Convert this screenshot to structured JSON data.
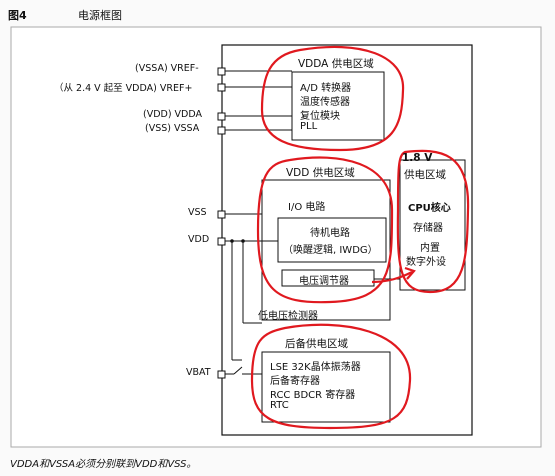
{
  "figure": {
    "title": "图4",
    "caption": "电源框图",
    "footnote": "VDDA和VSSA必须分别联到VDD和VSS。"
  },
  "pins": {
    "vssa_vref_minus": "(VSSA) VREF-",
    "vdda_vref_plus": "（从 2.4 V 起至 VDDA) VREF+",
    "vdd_vdda": "(VDD) VDDA",
    "vss_vssa": "(VSS) VSSA",
    "vss": "VSS",
    "vdd": "VDD",
    "vbat": "VBAT"
  },
  "vdda_domain": {
    "header": "VDDA 供电区域",
    "items": [
      "A/D 转换器",
      "温度传感器",
      "复位模块",
      "PLL"
    ]
  },
  "vdd_domain": {
    "header": "VDD 供电区域",
    "io_label": "I/O 电路",
    "standby_line1": "待机电路",
    "standby_line2": "（唤醒逻辑, IWDG）",
    "regulator": "电压调节器"
  },
  "core_domain": {
    "voltage": "1.8 V",
    "header": "供电区域",
    "cpu": "CPU核心",
    "memory": "存储器",
    "peripherals_line1": "内置",
    "peripherals_line2": "数字外设"
  },
  "low_voltage_detector": "低电压检测器",
  "backup_domain": {
    "header": "后备供电区域",
    "items": [
      "LSE 32K晶体振荡器",
      "后备寄存器",
      "RCC BDCR 寄存器",
      "RTC"
    ]
  },
  "colors": {
    "annotation": "#e0191f",
    "frame": "#222222"
  }
}
